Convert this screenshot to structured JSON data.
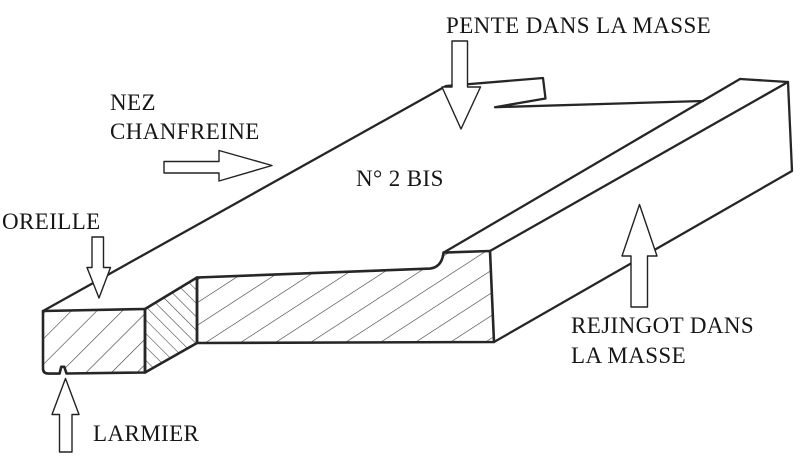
{
  "diagram": {
    "type": "technical-line-drawing",
    "subject": "window sill (appui de fenetre) oblique projection with hatched cross-section",
    "part_label": "N° 2 BIS",
    "colors": {
      "background": "#ffffff",
      "line": "#262626",
      "hatch": "#3a3a3a",
      "text": "#161616"
    },
    "annotations": {
      "pente": {
        "label": "PENTE DANS LA MASSE",
        "arrow": "down"
      },
      "nez": {
        "label": "NEZ CHANFREINE",
        "line1": "NEZ",
        "line2": "CHANFREINE",
        "arrow": "right"
      },
      "oreille": {
        "label": "OREILLE",
        "arrow": "down"
      },
      "larmier": {
        "label": "LARMIER",
        "arrow": "up"
      },
      "rejingot": {
        "label": "REJINGOT DANS LA MASSE",
        "line1": "REJINGOT DANS",
        "line2": "LA MASSE",
        "arrow": "up"
      }
    }
  }
}
